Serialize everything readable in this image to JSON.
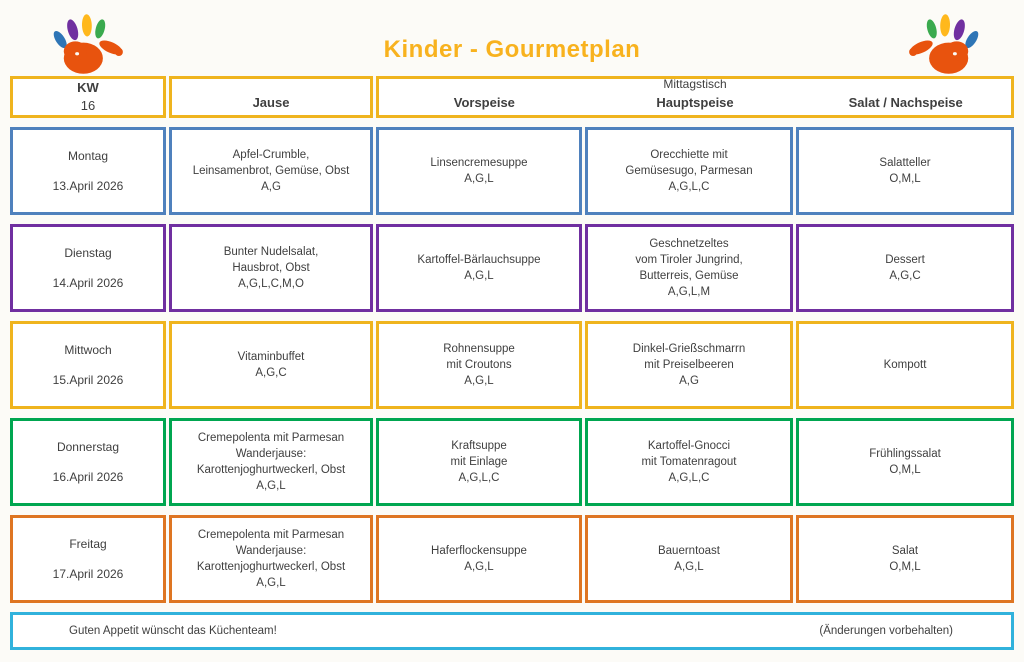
{
  "title": "Kinder - Gourmetplan",
  "header": {
    "week_label": "KW",
    "week_number": "16",
    "col_jause": "Jause",
    "col_vorspeise": "Vorspeise",
    "col_mittagstisch": "Mittagstisch",
    "col_hauptspeise": "Hauptspeise",
    "col_salat": "Salat / Nachspeise"
  },
  "days": [
    {
      "name": "Montag",
      "date": "13.April 2026",
      "color": "#4F81BD",
      "jause": [
        "Apfel-Crumble,",
        "Leinsamenbrot, Gemüse, Obst",
        "A,G"
      ],
      "vorspeise": [
        "Linsencremesuppe",
        "A,G,L"
      ],
      "hauptspeise": [
        "Orecchiette mit",
        "Gemüsesugo, Parmesan",
        "A,G,L,C"
      ],
      "salat": [
        "Salatteller",
        "O,M,L"
      ]
    },
    {
      "name": "Dienstag",
      "date": "14.April 2026",
      "color": "#702FA0",
      "jause": [
        "Bunter Nudelsalat,",
        "Hausbrot, Obst",
        "A,G,L,C,M,O"
      ],
      "vorspeise": [
        "Kartoffel-Bärlauchsuppe",
        "A,G,L"
      ],
      "hauptspeise": [
        "Geschnetzeltes",
        "vom Tiroler Jungrind,",
        "Butterreis, Gemüse",
        "A,G,L,M"
      ],
      "salat": [
        "Dessert",
        "A,G,C"
      ]
    },
    {
      "name": "Mittwoch",
      "date": "15.April 2026",
      "color": "#EFB41E",
      "jause": [
        "Vitaminbuffet",
        "A,G,C"
      ],
      "vorspeise": [
        "Rohnensuppe",
        "mit Croutons",
        "A,G,L"
      ],
      "hauptspeise": [
        "Dinkel-Grießschmarrn",
        "mit Preiselbeeren",
        "A,G"
      ],
      "salat": [
        "Kompott"
      ]
    },
    {
      "name": "Donnerstag",
      "date": "16.April 2026",
      "color": "#00A650",
      "jause": [
        "Cremepolenta mit Parmesan",
        "Wanderjause:",
        "Karottenjoghurtweckerl, Obst",
        "A,G,L"
      ],
      "vorspeise": [
        "Kraftsuppe",
        "mit Einlage",
        "A,G,L,C"
      ],
      "hauptspeise": [
        "Kartoffel-Gnocci",
        "mit Tomatenragout",
        "A,G,L,C"
      ],
      "salat": [
        "Frühlingssalat",
        "O,M,L"
      ]
    },
    {
      "name": "Freitag",
      "date": "17.April 2026",
      "color": "#DE7522",
      "jause": [
        "Cremepolenta mit Parmesan",
        "Wanderjause:",
        "Karottenjoghurtweckerl, Obst",
        "A,G,L"
      ],
      "vorspeise": [
        "Haferflockensuppe",
        "A,G,L"
      ],
      "hauptspeise": [
        "Bauerntoast",
        "A,G,L"
      ],
      "salat": [
        "Salat",
        "O,M,L"
      ]
    }
  ],
  "footer": {
    "left": "Guten Appetit wünscht das Küchenteam!",
    "right": "(Änderungen vorbehalten)"
  },
  "colors": {
    "title_gold": "#F8B21E",
    "header_gold": "#EFB41E",
    "footer_cyan": "#31B2DC",
    "palm_orange": "#E8530E",
    "finger_blue": "#2E75B6",
    "finger_purple": "#7030A0",
    "finger_yellow": "#FFB81C",
    "finger_green": "#3AAA4E"
  }
}
